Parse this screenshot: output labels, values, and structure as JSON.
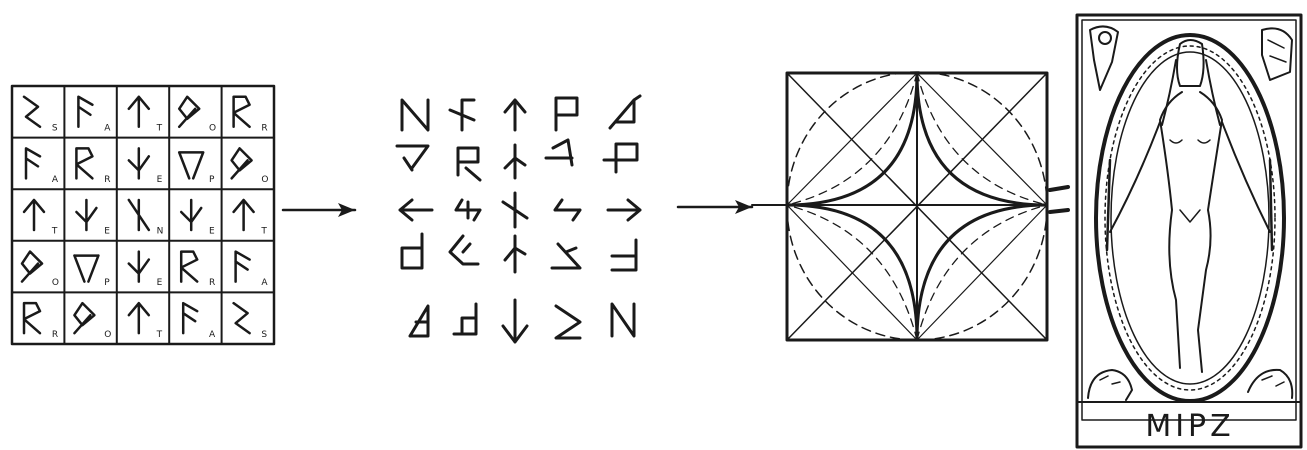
{
  "square": {
    "rows": [
      [
        {
          "sub": "S"
        },
        {
          "sub": "A"
        },
        {
          "sub": "T"
        },
        {
          "sub": "O"
        },
        {
          "sub": "R"
        }
      ],
      [
        {
          "sub": "A"
        },
        {
          "sub": "R"
        },
        {
          "sub": "E"
        },
        {
          "sub": "P"
        },
        {
          "sub": "O"
        }
      ],
      [
        {
          "sub": "T"
        },
        {
          "sub": "E"
        },
        {
          "sub": "N"
        },
        {
          "sub": "E"
        },
        {
          "sub": "T"
        }
      ],
      [
        {
          "sub": "O"
        },
        {
          "sub": "P"
        },
        {
          "sub": "E"
        },
        {
          "sub": "R"
        },
        {
          "sub": "A"
        }
      ],
      [
        {
          "sub": "R"
        },
        {
          "sub": "O"
        },
        {
          "sub": "T"
        },
        {
          "sub": "A"
        },
        {
          "sub": "S"
        }
      ]
    ]
  },
  "card": {
    "caption": "MIPZ"
  },
  "colors": {
    "ink": "#1a1a1a",
    "paper": "#ffffff"
  }
}
